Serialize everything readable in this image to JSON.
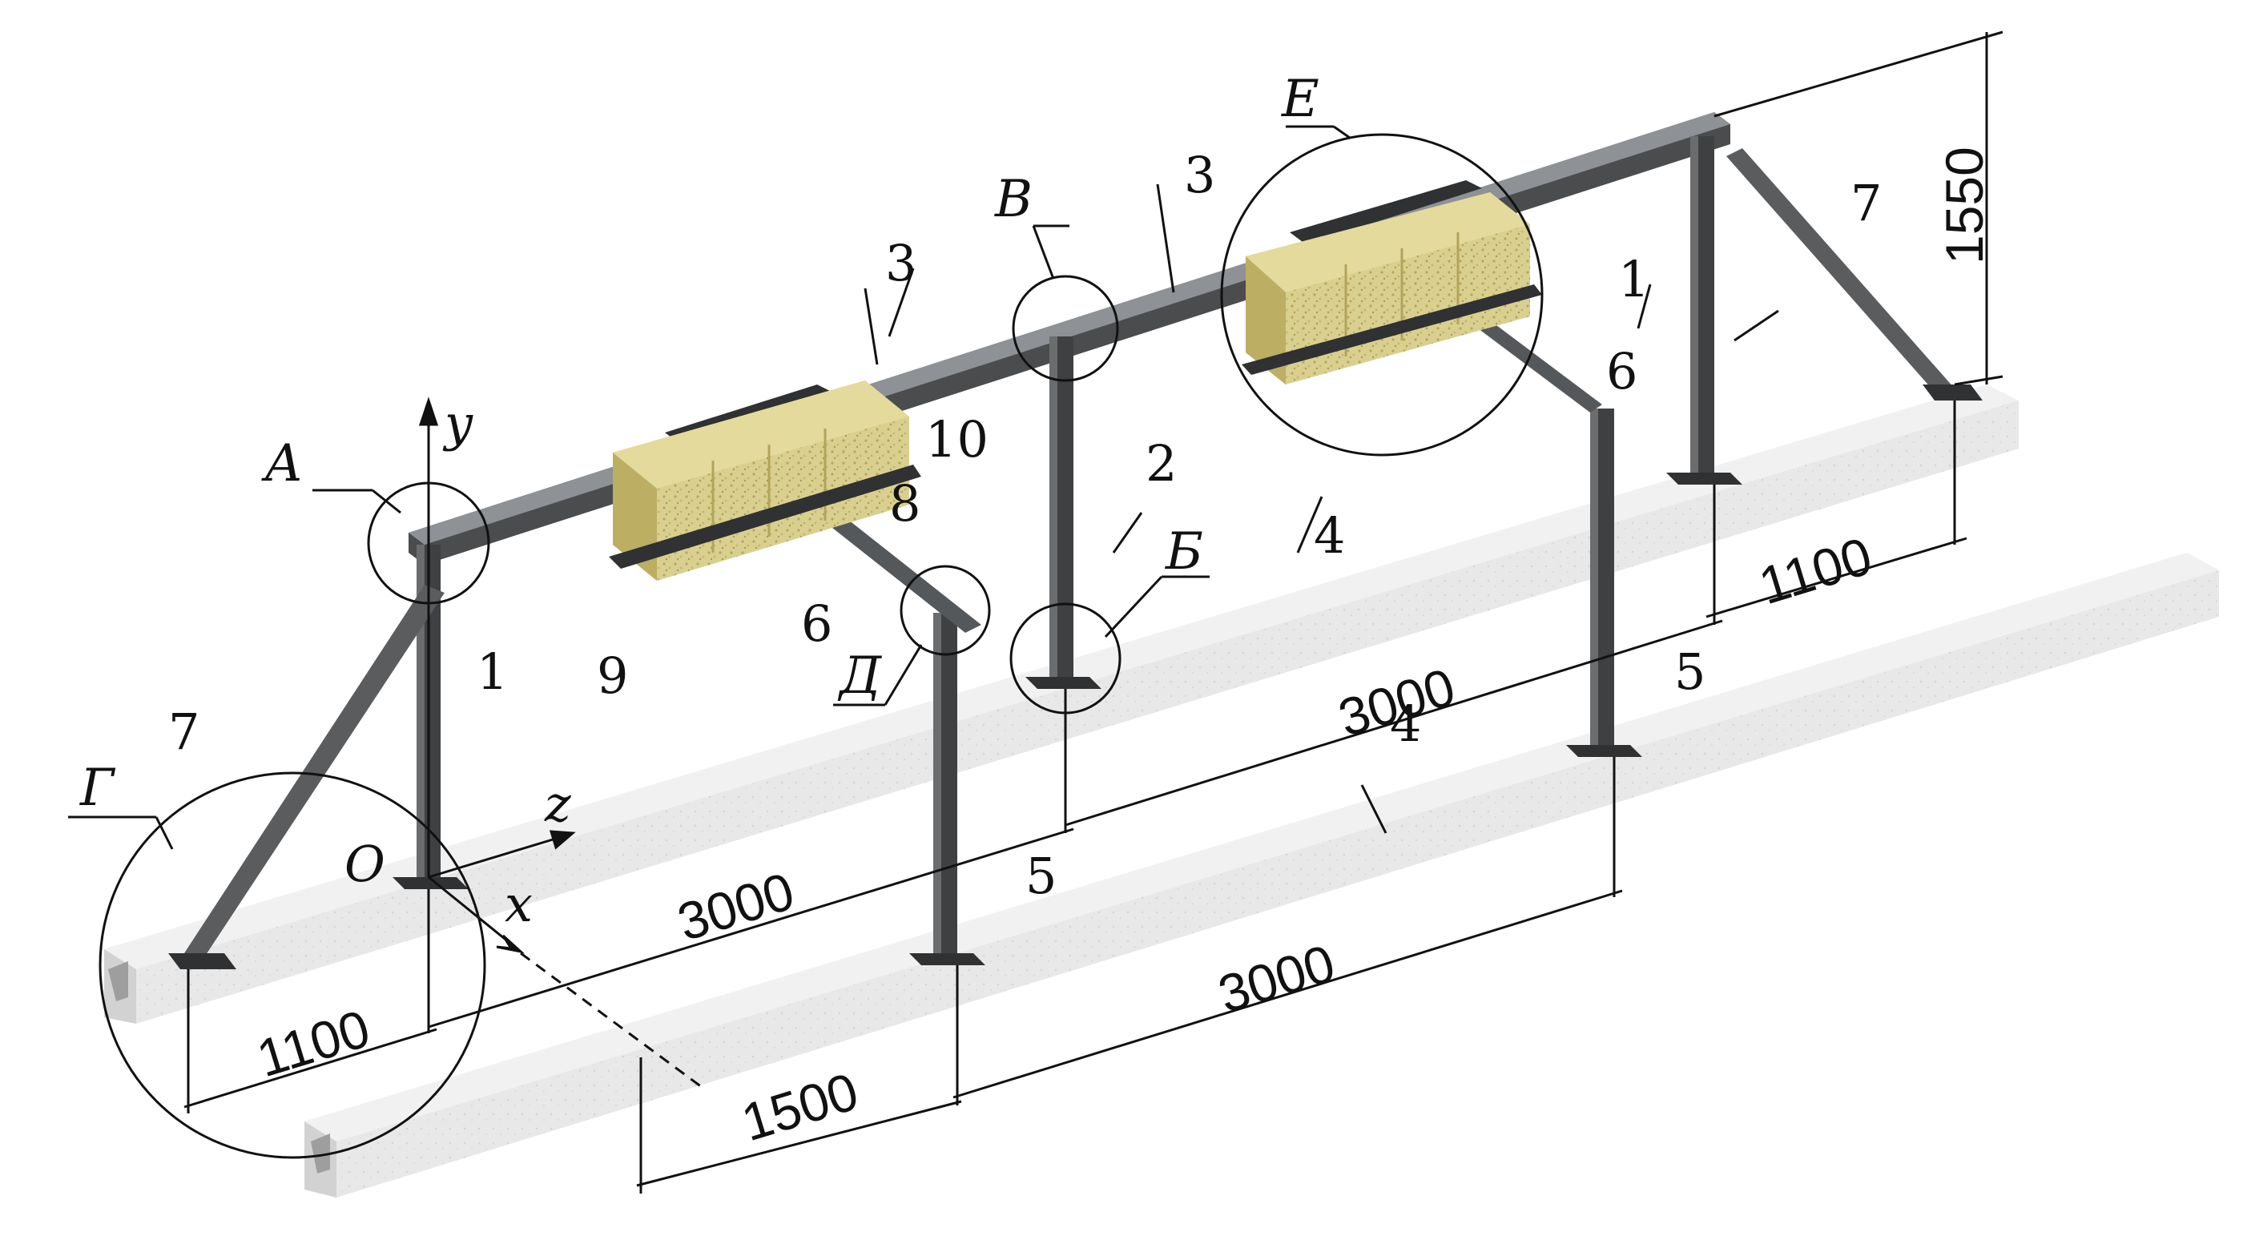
{
  "colors": {
    "steel": "#4a4c4e",
    "steel_dark": "#2f3133",
    "steel_light": "#7a7c7e",
    "beam_top": "#b9bdc1",
    "concrete": "#e6e6e6",
    "concrete_shade": "#cfcfcf",
    "bales": "#d8cf8f",
    "bales_shade": "#b9ad68",
    "lines": "#111111"
  },
  "labels": {
    "part_1_left": "1",
    "part_1_right": "1",
    "part_2": "2",
    "part_3_left": "3",
    "part_3_right": "3",
    "part_4_back": "4",
    "part_4_front": "4",
    "part_5_mid": "5",
    "part_5_right": "5",
    "part_6_left": "6",
    "part_6_right": "6",
    "part_7_left": "7",
    "part_7_right": "7",
    "part_8": "8",
    "part_9": "9",
    "part_10": "10"
  },
  "detail_letters": {
    "A": "А",
    "B": "Б",
    "V": "В",
    "G": "Г",
    "D": "Д",
    "E": "Е"
  },
  "axes": {
    "y": "y",
    "z": "z",
    "x": "x",
    "origin": "O"
  },
  "dimensions": {
    "height": "1550",
    "span_right_top": "1100",
    "span_left_bottom": "1100",
    "span_mid_1": "3000",
    "span_mid_2": "3000",
    "span_front": "3000",
    "span_offset": "1500"
  }
}
